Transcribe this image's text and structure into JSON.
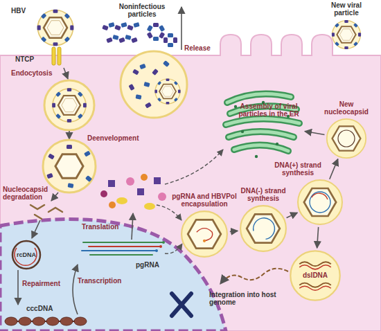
{
  "diagram": {
    "nodes": [
      {
        "text": [
          "pgRNA and HBVPol encapsulation"
        ]
      },
      {
        "text": [
          "DNA(-) strand synthesis"
        ]
      },
      {
        "text": [
          "DNA(+) strand synthesis"
        ]
      },
      {
        "text": [
          "New nucleocapsid"
        ]
      },
      {
        "text": [
          "Assembly of viral particles in the ER"
        ]
      },
      {
        "text": [
          "dslDNA"
        ]
      }
    ],
    "edges": [
      {
        "from": 0,
        "to": 1,
        "arrow": "to"
      },
      {
        "from": 1,
        "to": 2,
        "arrow": "to"
      },
      {
        "from": 2,
        "to": 3,
        "arrow": "to"
      },
      {
        "from": 3,
        "to": 4,
        "arrow": "to"
      },
      {
        "from": 2,
        "to": 5,
        "arrow": "to"
      }
    ],
    "labels": [
      "Noninfectious particles",
      "New viral particle",
      "HBV",
      "NTCP",
      "Endocytosis",
      "Deenvelopment",
      "Nucleocapsid degradation",
      "Release",
      "rcDNA",
      "Repairment",
      "cccDNA",
      "Transcription",
      "Translation",
      "pgRNA",
      "Integration into host genome"
    ]
  }
}
